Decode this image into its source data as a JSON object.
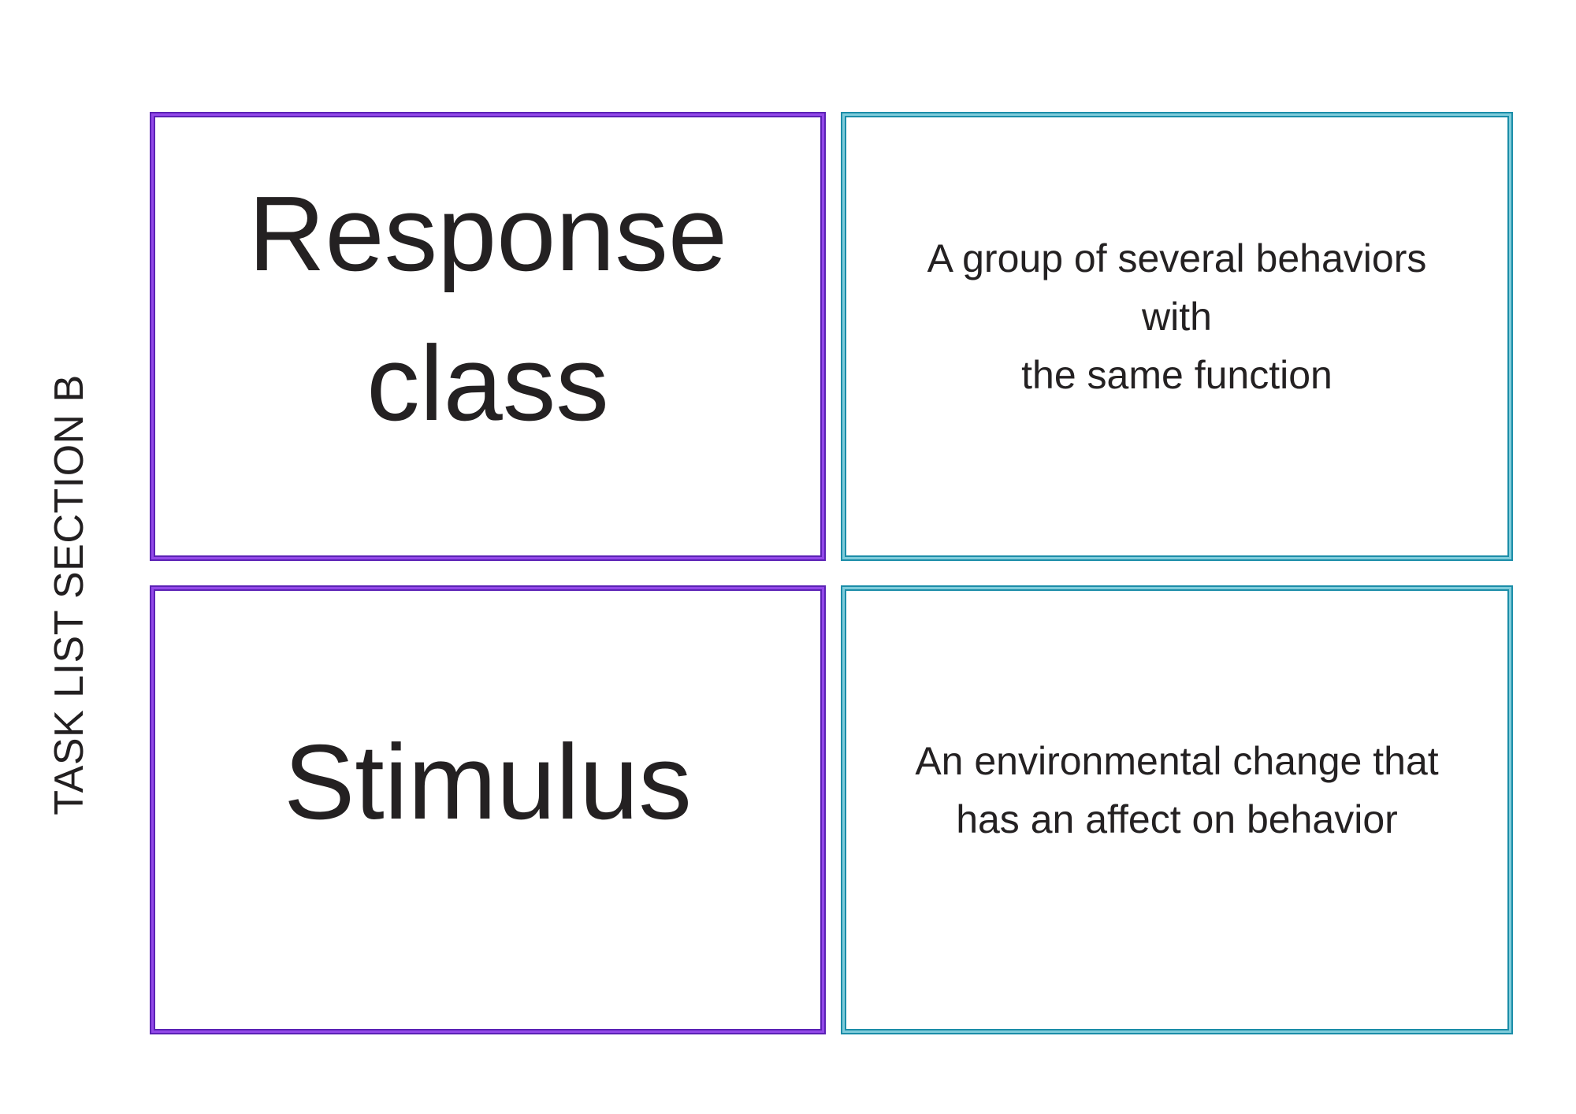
{
  "side_label": {
    "text": "TASK LIST SECTION B"
  },
  "cards": {
    "terms": [
      {
        "text": "Response\nclass"
      },
      {
        "text": "Stimulus"
      }
    ],
    "definitions": [
      {
        "text": "A group of several behaviors with\nthe same function"
      },
      {
        "text": "An environmental change that\nhas an affect on behavior"
      }
    ],
    "term_border": {
      "dark": "#5b22b5",
      "light": "#9349e9"
    },
    "definition_border": {
      "dark": "#1b8da8",
      "light": "#7fccdb"
    },
    "text_color": "#242122",
    "background": "#ffffff"
  }
}
